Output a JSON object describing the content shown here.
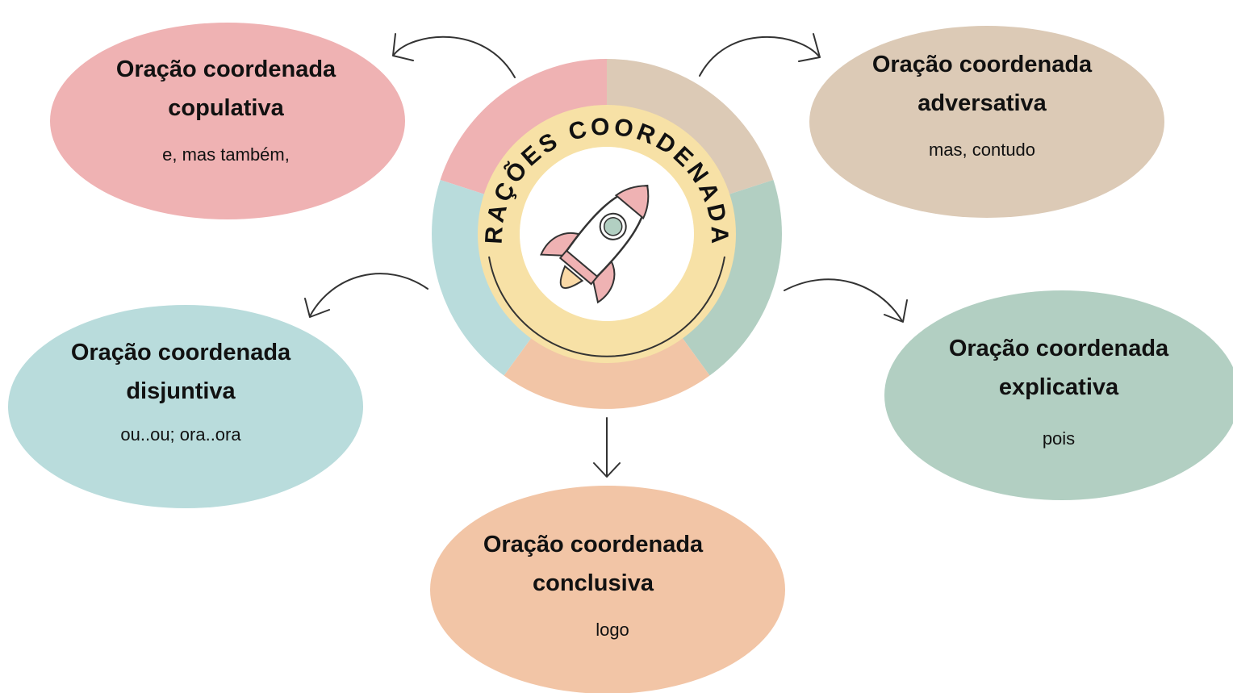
{
  "center": {
    "title": "ORAÇÕES COORDENADAS"
  },
  "colors": {
    "copulativa": "#efb2b3",
    "adversativa": "#dccab6",
    "explicativa": "#b2cfc2",
    "conclusiva": "#f2c5a6",
    "disjuntiva": "#b9dcdc",
    "center_ring": "#f7e1a6",
    "arrow": "#333333",
    "text": "#111111"
  },
  "bubbles": {
    "copulativa": {
      "title": "Oração coordenada",
      "subtitle": "copulativa",
      "examples": "e, mas também,"
    },
    "adversativa": {
      "title": "Oração coordenada",
      "subtitle": "adversativa",
      "examples": "mas, contudo"
    },
    "disjuntiva": {
      "title": "Oração coordenada",
      "subtitle": "disjuntiva",
      "examples": "ou..ou; ora..ora"
    },
    "explicativa": {
      "title": "Oração coordenada",
      "subtitle": "explicativa",
      "examples": "pois"
    },
    "conclusiva": {
      "title": "Oração coordenada",
      "subtitle": "conclusiva",
      "examples": "logo"
    }
  },
  "icons": {
    "center": "rocket-icon"
  }
}
